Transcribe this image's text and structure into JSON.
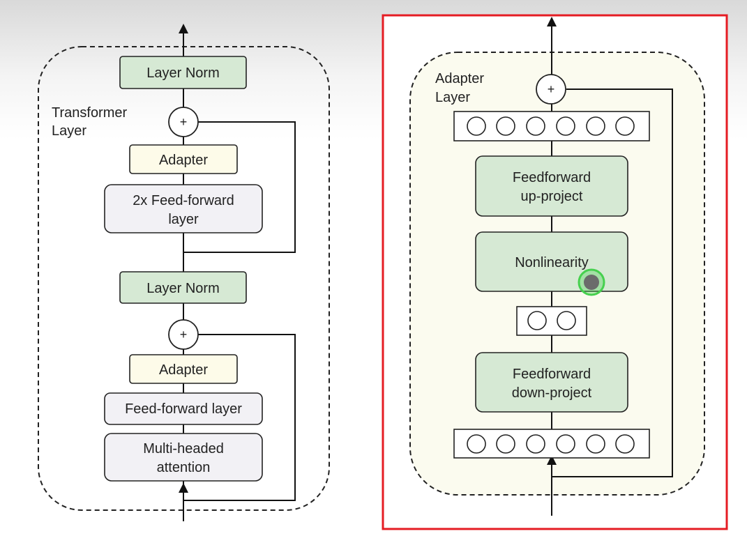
{
  "left": {
    "container_label": [
      "Transformer",
      "Layer"
    ],
    "layer_norm_top": "Layer Norm",
    "adapter_top": "Adapter",
    "ffn_2x": [
      "2x Feed-forward",
      "layer"
    ],
    "layer_norm_mid": "Layer Norm",
    "adapter_bottom": "Adapter",
    "ffn_layer": "Feed-forward layer",
    "attention": [
      "Multi-headed",
      "attention"
    ],
    "plus": "+"
  },
  "right": {
    "container_label": [
      "Adapter",
      "Layer"
    ],
    "up_project": [
      "Feedforward",
      "up-project"
    ],
    "nonlinearity": "Nonlinearity",
    "down_project": [
      "Feedforward",
      "down-project"
    ],
    "plus": "+",
    "top_vector_units": 6,
    "bottleneck_units": 2,
    "bottom_vector_units": 6
  },
  "colors": {
    "green_fill": "#d6e9d4",
    "yellow_fill": "#fdfbe9",
    "grey_fill": "#f2f1f5",
    "adapter_bg": "#fbfbef",
    "highlight_border": "#e51c23",
    "cursor_fill": "#6b6b6b",
    "cursor_ring": "#46d04e"
  }
}
